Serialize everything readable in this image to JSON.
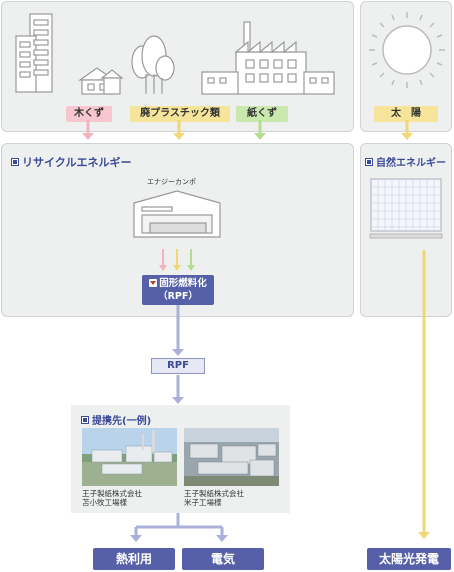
{
  "sources": {
    "wood": "木くず",
    "plastic": "廃プラスチック類",
    "paper": "紙くず",
    "sun": "太　陽"
  },
  "recycle": {
    "title": "リサイクルエネルギー",
    "company": "エナジーカンポ",
    "fuel_line1": "固形燃料化",
    "fuel_line2": "（RPF）"
  },
  "natural": {
    "title": "自然エネルギー"
  },
  "rpf_label": "RPF",
  "partners": {
    "title": "提携先(一例)",
    "items": [
      {
        "line1": "王子製紙株式会社",
        "line2": "苫小牧工場様"
      },
      {
        "line1": "王子製紙株式会社",
        "line2": "米子工場様"
      }
    ]
  },
  "outputs": {
    "heat": "熱利用",
    "electricity": "電気",
    "solar_power": "太陽光発電"
  },
  "colors": {
    "accent_blue": "#5560a8",
    "pink": "#f7c6cf",
    "yellow": "#f5e49a",
    "green": "#c8e8ae"
  }
}
